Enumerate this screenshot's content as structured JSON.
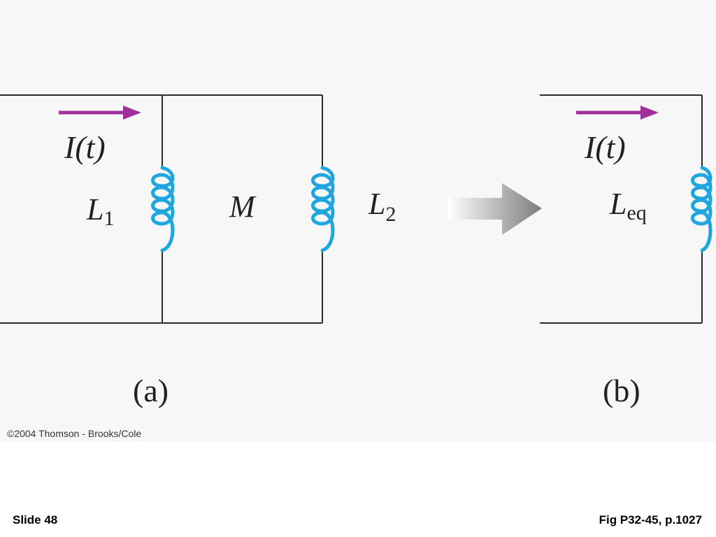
{
  "colors": {
    "background": "#f7f7f8",
    "wire": "#2b2b2b",
    "coil": "#1fa6e0",
    "current_arrow": "#a0309a",
    "transform_arrow": "#8a8a8e"
  },
  "panel_a": {
    "current_label": "I(t)",
    "inductor1_label": "L",
    "inductor1_sub": "1",
    "mutual_label": "M",
    "inductor2_label": "L",
    "inductor2_sub": "2",
    "caption": "(a)"
  },
  "panel_b": {
    "current_label": "I(t)",
    "inductor_label": "L",
    "inductor_sub": "eq",
    "caption": "(b)"
  },
  "copyright": "©2004 Thomson - Brooks/Cole",
  "footer": {
    "slide_number": "Slide 48",
    "figure_ref": "Fig P32-45, p.1027"
  }
}
